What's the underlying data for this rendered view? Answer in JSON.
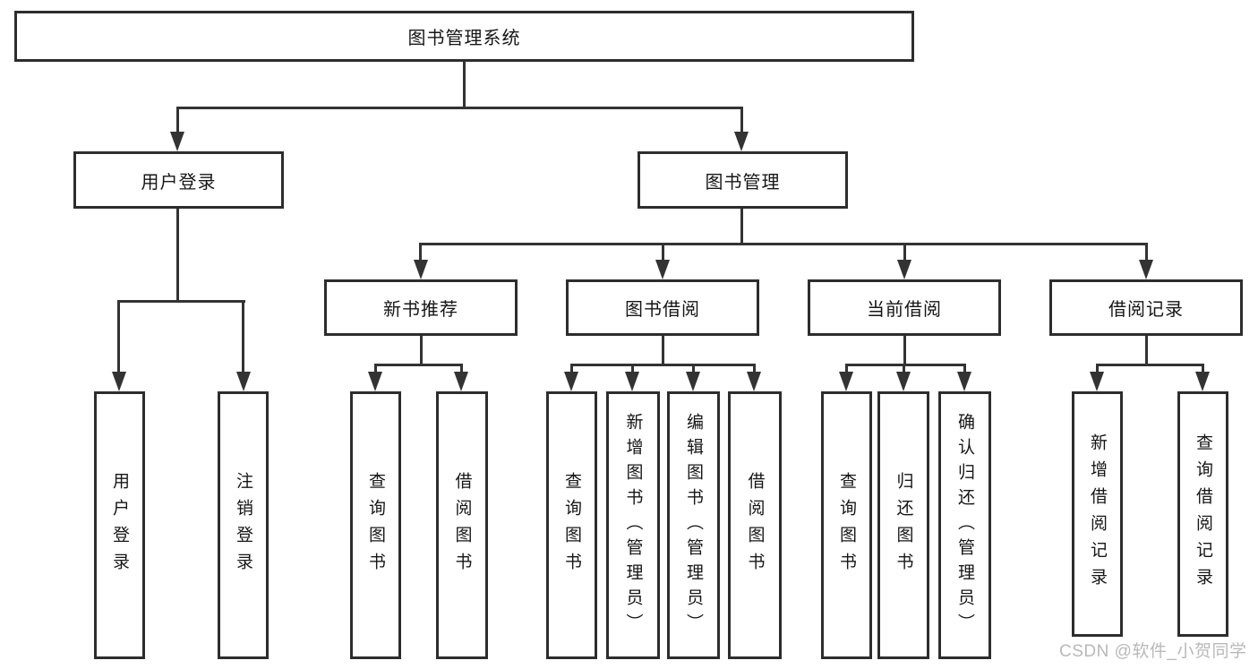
{
  "diagram_type": "functional-decomposition-tree",
  "colors": {
    "background": "#ffffff",
    "box_border": "#2d2d2d",
    "connector_line": "#333333",
    "text": "#161616",
    "watermark_text": "#b1b1b1"
  },
  "tree": {
    "label": "图书管理系统",
    "children": [
      {
        "label": "用户登录",
        "children": [
          {
            "label": "用户登录"
          },
          {
            "label": "注销登录"
          }
        ]
      },
      {
        "label": "图书管理",
        "children": [
          {
            "label": "新书推荐",
            "children": [
              {
                "label": "查询图书"
              },
              {
                "label": "借阅图书"
              }
            ]
          },
          {
            "label": "图书借阅",
            "children": [
              {
                "label": "查询图书"
              },
              {
                "label": "新增图书（管理员）"
              },
              {
                "label": "编辑图书（管理员）"
              },
              {
                "label": "借阅图书"
              }
            ]
          },
          {
            "label": "当前借阅",
            "children": [
              {
                "label": "查询图书"
              },
              {
                "label": "归还图书"
              },
              {
                "label": "确认归还（管理员）"
              }
            ]
          },
          {
            "label": "借阅记录",
            "children": [
              {
                "label": "新增借阅记录"
              },
              {
                "label": "查询借阅记录"
              }
            ]
          }
        ]
      }
    ]
  },
  "watermark": {
    "text": "CSDN @软件_小贺同学"
  }
}
